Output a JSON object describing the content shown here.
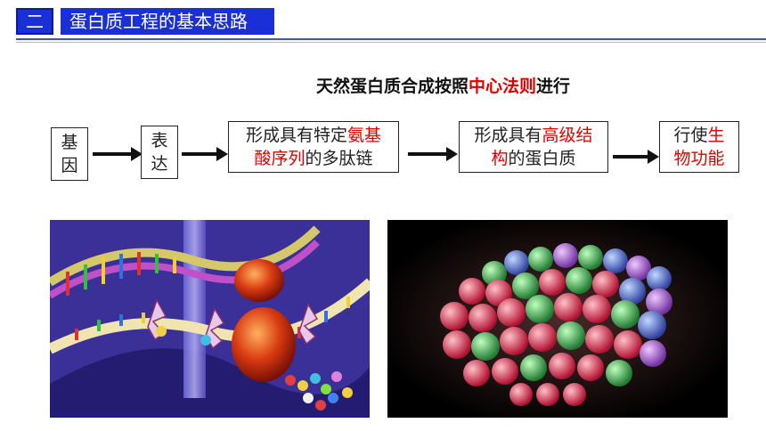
{
  "header": {
    "section_number": "二",
    "title": "蛋白质工程的基本思路"
  },
  "subtitle": {
    "prefix": "天然蛋白质合成按照",
    "highlight": "中心法则",
    "suffix": "进行"
  },
  "flow": {
    "box1": {
      "line1": "基",
      "line2": "因"
    },
    "box2": {
      "line1": "表",
      "line2": "达"
    },
    "box3": {
      "line1_plain": "形成具有特定",
      "line1_red": "氨基",
      "line2_red": "酸序列",
      "line2_plain": "的多肽链"
    },
    "box4": {
      "line1_plain": "形成具有",
      "line1_red": "高级结",
      "line2_red": "构",
      "line2_plain": "的蛋白质"
    },
    "box5": {
      "line1_plain": "行使",
      "line1_red": "生",
      "line2_red": "物功能"
    }
  },
  "colors": {
    "header_blue": "#1a2fd6",
    "highlight_red": "#e00000"
  },
  "images": {
    "left": "translation-illustration",
    "right": "protein-molecule-render"
  }
}
